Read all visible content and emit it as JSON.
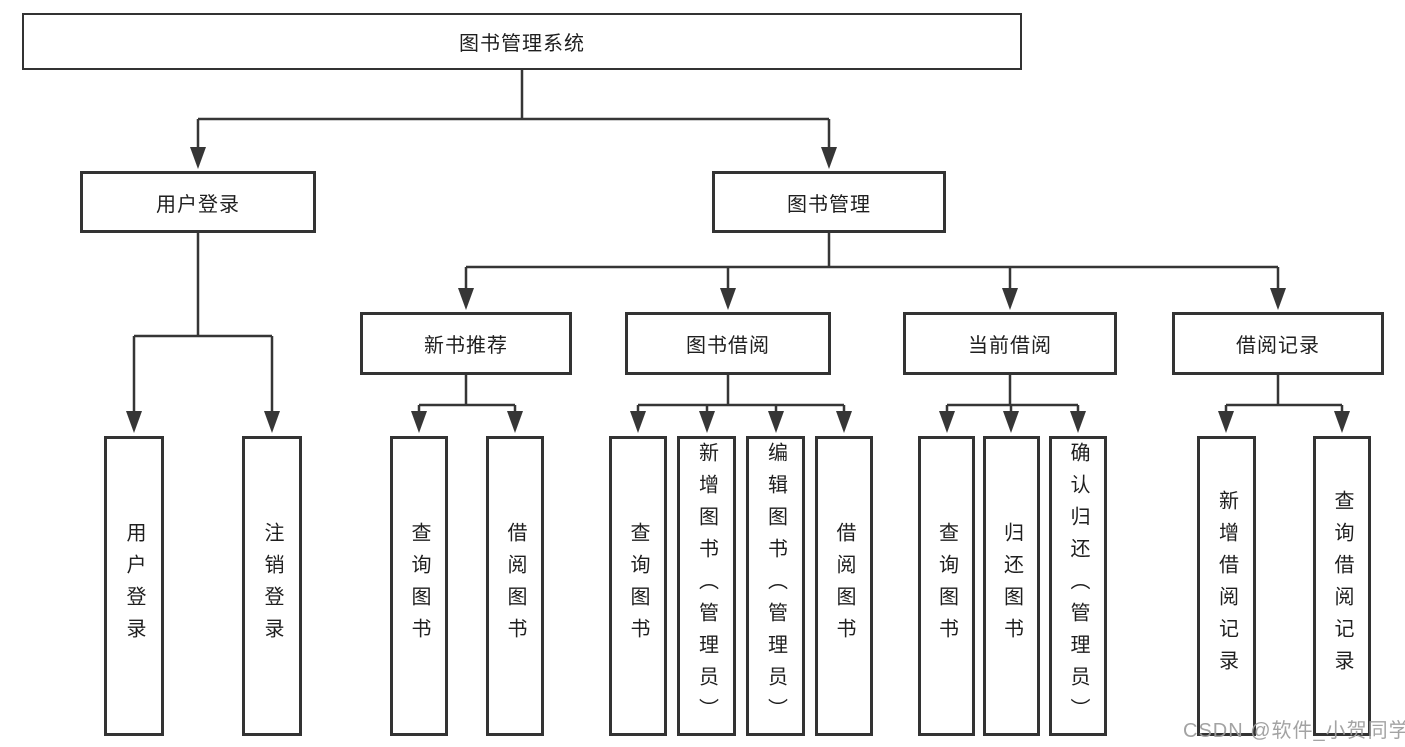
{
  "tree": {
    "label": "图书管理系统",
    "children": [
      {
        "label": "用户登录",
        "children": [
          {
            "label": "用户登录"
          },
          {
            "label": "注销登录"
          }
        ]
      },
      {
        "label": "图书管理",
        "children": [
          {
            "label": "新书推荐",
            "children": [
              {
                "label": "查询图书"
              },
              {
                "label": "借阅图书"
              }
            ]
          },
          {
            "label": "图书借阅",
            "children": [
              {
                "label": "查询图书"
              },
              {
                "label": "新增图书（管理员）"
              },
              {
                "label": "编辑图书（管理员）"
              },
              {
                "label": "借阅图书"
              }
            ]
          },
          {
            "label": "当前借阅",
            "children": [
              {
                "label": "查询图书"
              },
              {
                "label": "归还图书"
              },
              {
                "label": "确认归还（管理员）"
              }
            ]
          },
          {
            "label": "借阅记录",
            "children": [
              {
                "label": "新增借阅记录"
              },
              {
                "label": "查询借阅记录"
              }
            ]
          }
        ]
      }
    ]
  },
  "watermark": {
    "text": "CSDN @软件_小贺同学"
  },
  "colors": {
    "line": "#363636",
    "box_border": "#333333",
    "box_background": "#ffffff",
    "text": "#1f1f1f",
    "watermark": "#9e9e9e"
  }
}
